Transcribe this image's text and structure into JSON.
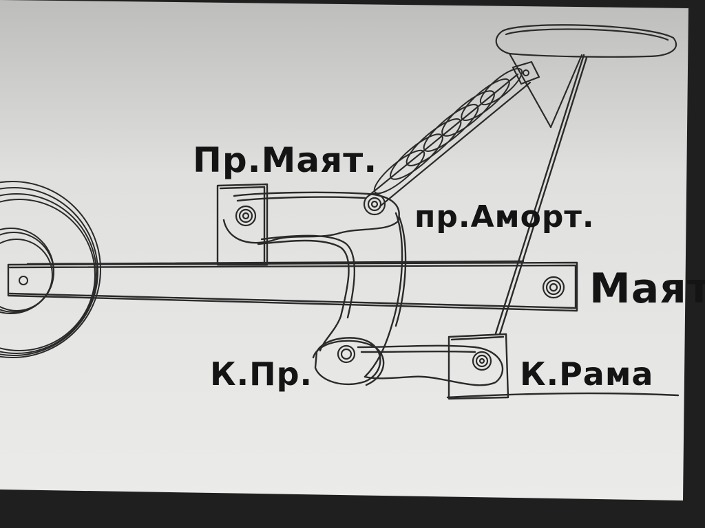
{
  "labels": {
    "pr_mayat": "Пр.Маят.",
    "pr_amort": "пр.Аморт.",
    "mayat": "Маят.",
    "k_pr": "К.Пр.",
    "k_rama": "К.Рама"
  },
  "colors": {
    "paper": "#ececea",
    "ink": "#2a2a2a",
    "text": "#141414",
    "table": "#1f1f1f"
  }
}
